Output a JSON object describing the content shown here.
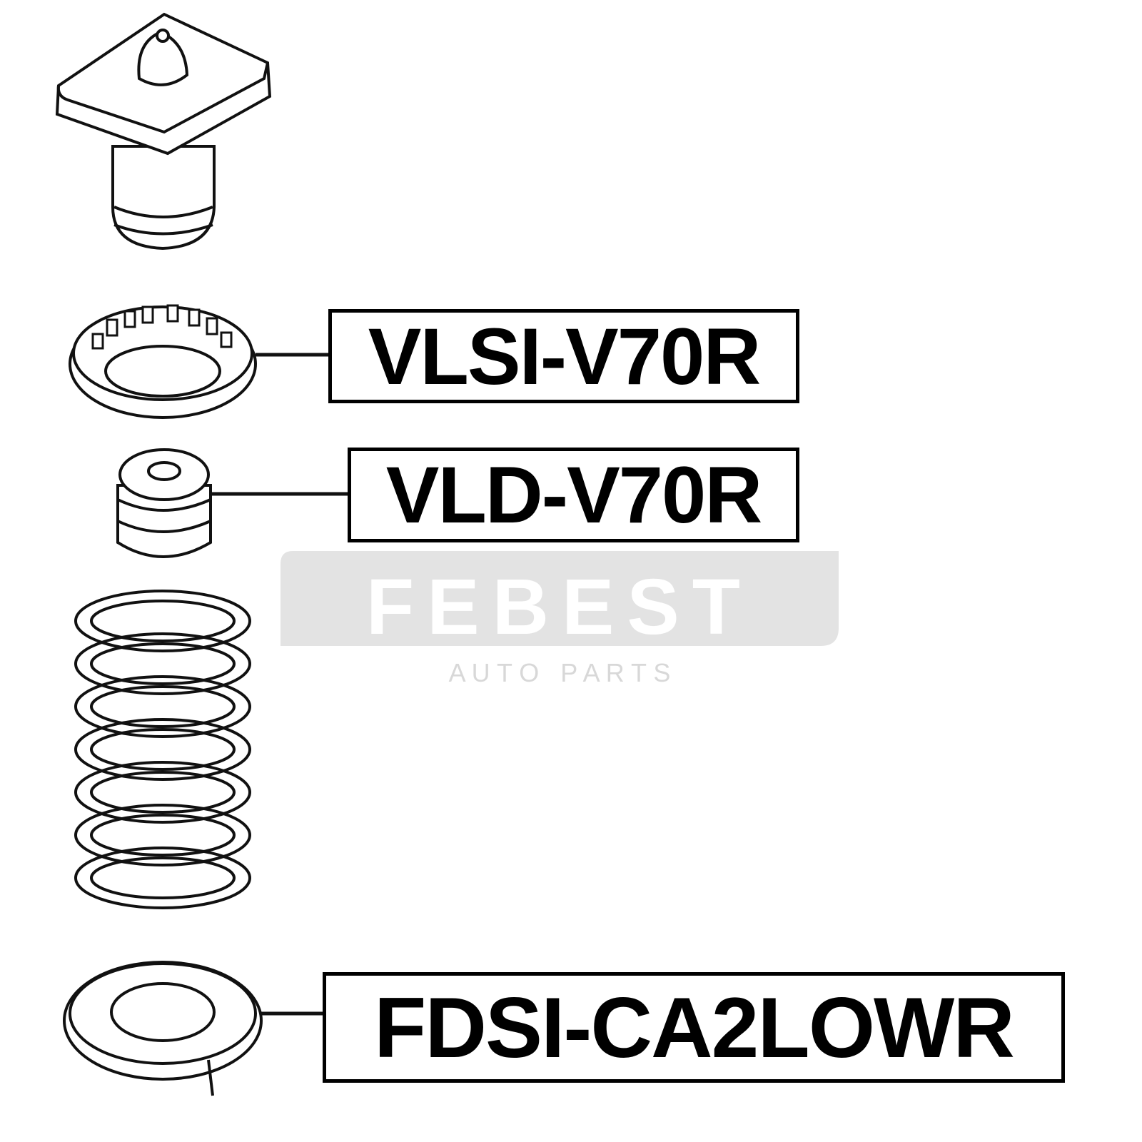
{
  "watermark": {
    "brand": "FEBEST",
    "tagline": "A U T O   P A R T S",
    "color": "#e3e3e3"
  },
  "parts": [
    {
      "name": "strut-mount",
      "label": null
    },
    {
      "name": "spring-insulator-upper",
      "label": "VLSI-V70R"
    },
    {
      "name": "bump-stop",
      "label": "VLD-V70R"
    },
    {
      "name": "coil-spring",
      "label": null
    },
    {
      "name": "spring-insulator-lower",
      "label": "FDSI-CA2LOWR"
    }
  ]
}
